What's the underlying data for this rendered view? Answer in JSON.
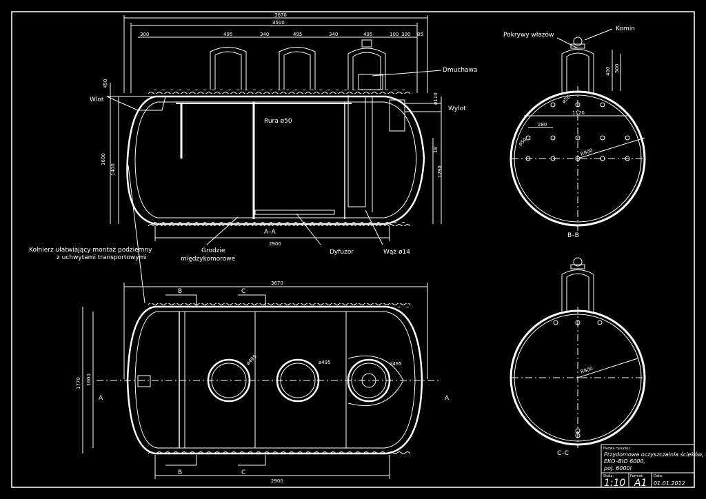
{
  "colors": {
    "background": "#000000",
    "lines": "#ffffff"
  },
  "section_aa": {
    "dims_top": [
      "3670",
      "3500",
      "300",
      "495",
      "340",
      "495",
      "340",
      "495",
      "100",
      "300",
      "85"
    ],
    "dim_side_left": [
      "450",
      "1600",
      "1400"
    ],
    "dim_side_right": [
      "ø110",
      "18",
      "1290"
    ],
    "dim_bottom": "2900",
    "labels": {
      "inlet": "Wlot",
      "outlet": "Wylot",
      "pipe": "Rura ø50",
      "blower": "Dmuchawa",
      "diffuser": "Dyfuzor",
      "hose": "Wąż ø14",
      "partitions_1": "Grodzie",
      "partitions_2": "międzykomorowe",
      "flange_1": "Kołnierz ułatwiający montaż podziemny",
      "flange_2": "z uchwytami transportowymi"
    },
    "section_name": "A–A"
  },
  "plan_view": {
    "dim_top": "3670",
    "dim_bottom": "2900",
    "dim_left": [
      "1770",
      "1600"
    ],
    "manhole_dims": [
      "ø495",
      "ø495",
      "ø495"
    ],
    "section_marks": [
      "B",
      "C",
      "A"
    ]
  },
  "section_bb": {
    "labels": {
      "covers": "Pokrywy włazów",
      "chimney": "Komin"
    },
    "dims": [
      "400",
      "500",
      "1120",
      "280",
      "ø50",
      "ø50",
      "R800"
    ],
    "section_name": "B–B"
  },
  "section_cc": {
    "dims": [
      "R800"
    ],
    "section_name": "C–C"
  },
  "title_block": {
    "name_label": "Nazwa rysunku:",
    "name_line1": "Przydomowa oczyszczalnia ścieków, typ",
    "name_line2": "EKO–BIO 6000,",
    "name_line3": "poj. 6000l",
    "scale_label": "Skala:",
    "scale_value": "1:10",
    "format_label": "Format:",
    "format_value": "A1",
    "date_label": "Data:",
    "date_value": "01.01.2012"
  }
}
